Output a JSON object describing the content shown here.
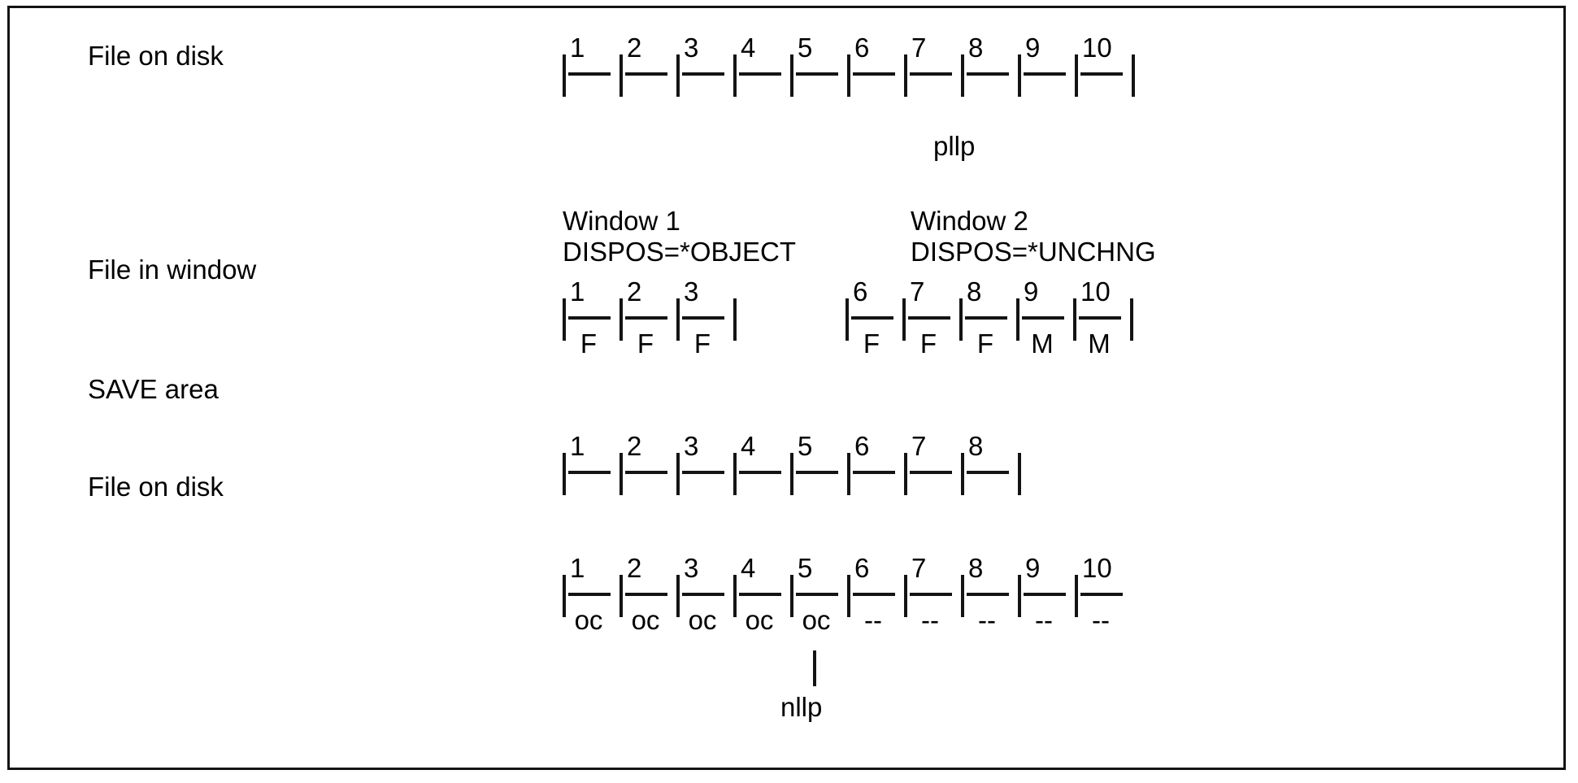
{
  "figure": {
    "title": "File on disk / file in window / SAVE area relative record diagram",
    "border_color": "#141414",
    "text_color": "#000000",
    "background": "#ffffff"
  },
  "rows": [
    {
      "id": "file-on-disk-top",
      "label": "File on disk",
      "cells": [
        {
          "num": "1",
          "mark": ""
        },
        {
          "num": "2",
          "mark": ""
        },
        {
          "num": "3",
          "mark": ""
        },
        {
          "num": "4",
          "mark": ""
        },
        {
          "num": "5",
          "mark": ""
        },
        {
          "num": "6",
          "mark": ""
        },
        {
          "num": "7",
          "mark": ""
        },
        {
          "num": "8",
          "mark": ""
        },
        {
          "num": "9",
          "mark": ""
        },
        {
          "num": "10",
          "mark": ""
        }
      ],
      "closed": true,
      "pointer": {
        "label": "pllp",
        "cell_index": 7
      }
    },
    {
      "id": "file-in-window",
      "label": "File in window",
      "segments": [
        {
          "id": "window-1",
          "caption_line1": "Window 1",
          "caption_line2": "DISPOS=*OBJECT",
          "closed": true,
          "cells": [
            {
              "num": "1",
              "mark": "F"
            },
            {
              "num": "2",
              "mark": "F"
            },
            {
              "num": "3",
              "mark": "F"
            }
          ]
        },
        {
          "id": "window-2",
          "caption_line1": "Window 2",
          "caption_line2": "DISPOS=*UNCHNG",
          "closed": true,
          "cells": [
            {
              "num": "6",
              "mark": "F"
            },
            {
              "num": "7",
              "mark": "F"
            },
            {
              "num": "8",
              "mark": "F"
            },
            {
              "num": "9",
              "mark": "M"
            },
            {
              "num": "10",
              "mark": "M"
            }
          ]
        }
      ]
    },
    {
      "id": "save-area",
      "label": "SAVE area",
      "cells": [
        {
          "num": "1",
          "mark": ""
        },
        {
          "num": "2",
          "mark": ""
        },
        {
          "num": "3",
          "mark": ""
        },
        {
          "num": "4",
          "mark": ""
        },
        {
          "num": "5",
          "mark": ""
        },
        {
          "num": "6",
          "mark": ""
        },
        {
          "num": "7",
          "mark": ""
        },
        {
          "num": "8",
          "mark": ""
        }
      ],
      "closed": true
    },
    {
      "id": "file-on-disk-bottom",
      "label": "File on disk",
      "cells": [
        {
          "num": "1",
          "mark": "oc"
        },
        {
          "num": "2",
          "mark": "oc"
        },
        {
          "num": "3",
          "mark": "oc"
        },
        {
          "num": "4",
          "mark": "oc"
        },
        {
          "num": "5",
          "mark": "oc"
        },
        {
          "num": "6",
          "mark": "--"
        },
        {
          "num": "7",
          "mark": "--"
        },
        {
          "num": "8",
          "mark": "--"
        },
        {
          "num": "9",
          "mark": "--"
        },
        {
          "num": "10",
          "mark": "--"
        }
      ],
      "closed": false,
      "pointer": {
        "label": "nllp",
        "cell_index": 4
      }
    }
  ]
}
